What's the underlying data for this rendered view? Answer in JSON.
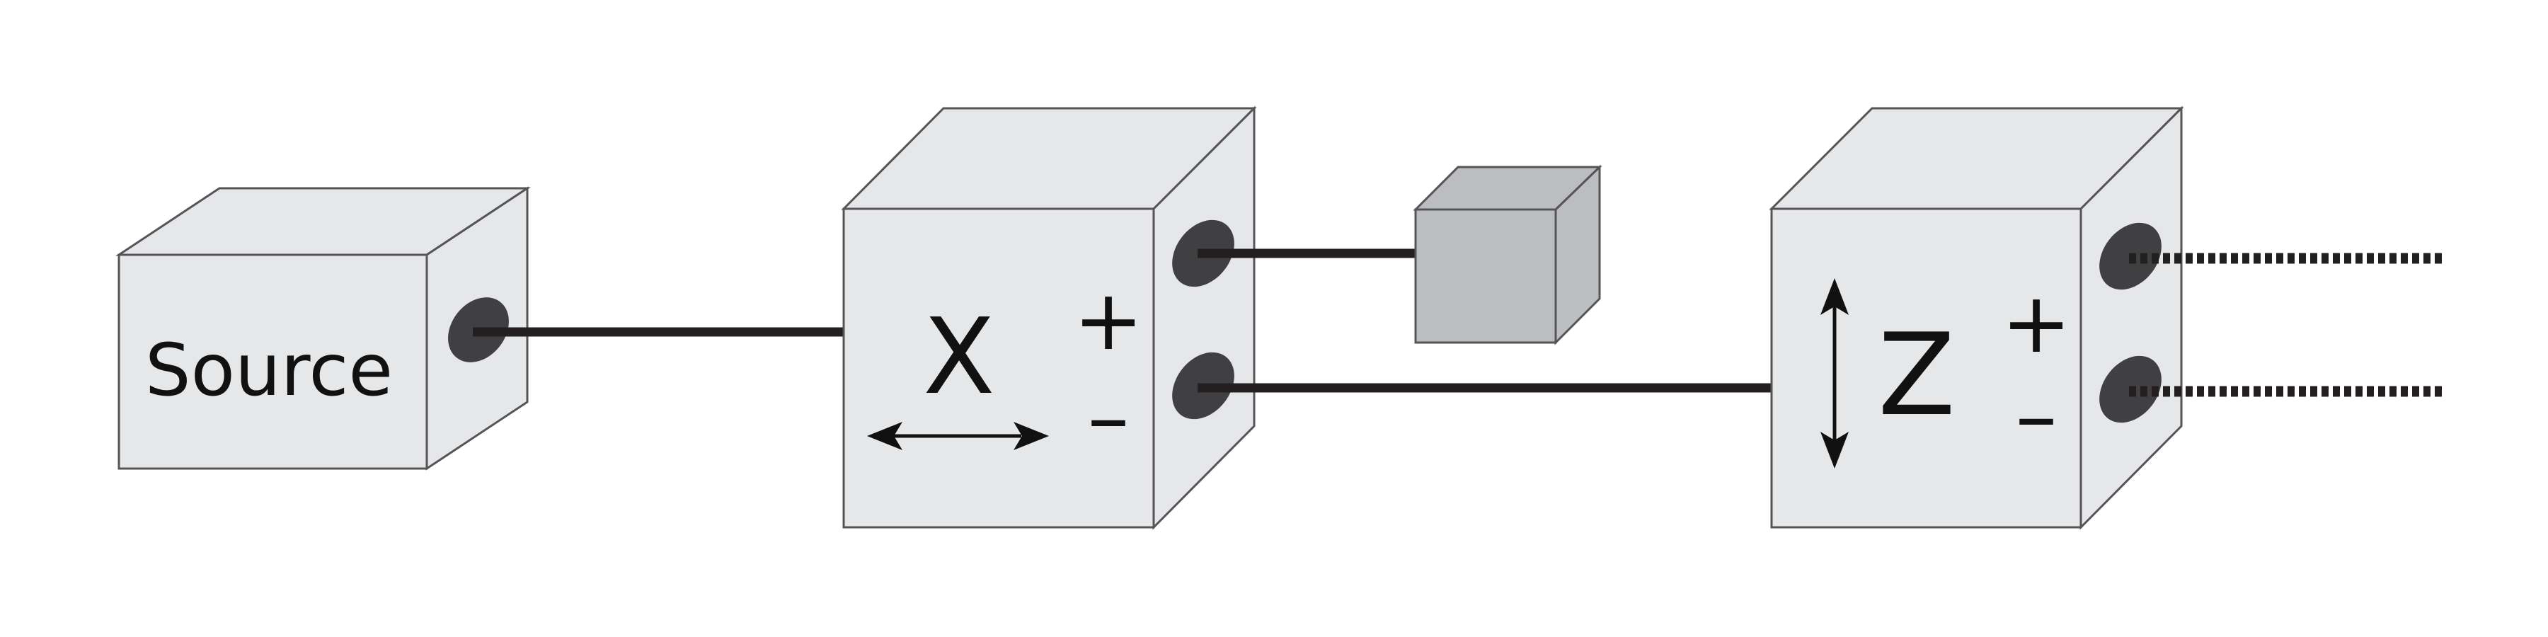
{
  "boxes": {
    "source": {
      "label": "Source"
    },
    "x": {
      "label": "X",
      "plus": "+",
      "minus": "–"
    },
    "z": {
      "label": "Z",
      "plus": "+",
      "minus": "–"
    }
  },
  "colors": {
    "box_fill": "#e6e7e8",
    "box_stroke": "#555558",
    "small_box_fill": "#bcbdbf",
    "small_box_stroke": "#555558",
    "wire": "#231f20",
    "port": "#404042"
  }
}
